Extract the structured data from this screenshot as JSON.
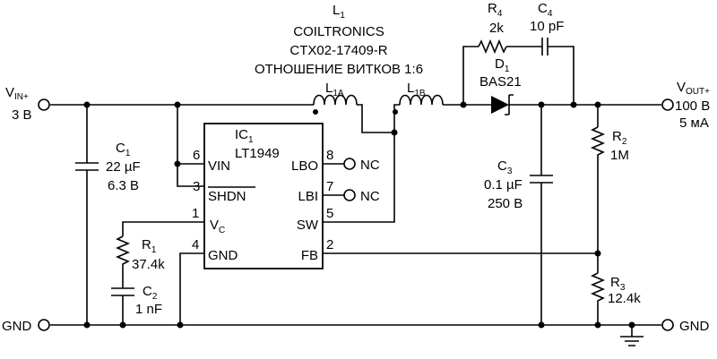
{
  "labels": {
    "l1_name": "L",
    "l1_name_sub": "1",
    "l1_maker": "COILTRONICS",
    "l1_part": "CTX02-17409-R",
    "l1_ratio": "ОТНОШЕНИЕ ВИТКОВ 1:6",
    "l1a": "L",
    "l1a_sub": "1A",
    "l1b": "L",
    "l1b_sub": "1B",
    "r4_name": "R",
    "r4_sub": "4",
    "r4_val": "2k",
    "c4_name": "C",
    "c4_sub": "4",
    "c4_val": "10 pF",
    "d1_name": "D",
    "d1_sub": "1",
    "d1_part": "BAS21",
    "vin": "V",
    "vin_sub": "IN+",
    "vin_val": "3 В",
    "vout": "V",
    "vout_sub": "OUT+",
    "vout_val": "100 В",
    "vout_cur": "5 мА",
    "c1_name": "C",
    "c1_sub": "1",
    "c1_val1": "22 µF",
    "c1_val2": "6.3 В",
    "ic_name": "IC",
    "ic_sub": "1",
    "ic_part": "LT1949",
    "pin_vin": "VIN",
    "pin_shdn": "SHDN",
    "pin_vc": "V",
    "pin_vc_sub": "C",
    "pin_gnd": "GND",
    "pin_lbo": "LBO",
    "pin_lbi": "LBI",
    "pin_sw": "SW",
    "pin_fb": "FB",
    "pn_6": "6",
    "pn_3": "3",
    "pn_1": "1",
    "pn_4": "4",
    "pn_8": "8",
    "pn_7": "7",
    "pn_5": "5",
    "pn_2": "2",
    "nc1": "NC",
    "nc2": "NC",
    "c3_name": "C",
    "c3_sub": "3",
    "c3_val1": "0.1 µF",
    "c3_val2": "250 В",
    "r2_name": "R",
    "r2_sub": "2",
    "r2_val": "1M",
    "r1_name": "R",
    "r1_sub": "1",
    "r1_val": "37.4k",
    "c2_name": "C",
    "c2_sub": "2",
    "c2_val": "1 nF",
    "r3_name": "R",
    "r3_sub": "3",
    "r3_val": "12.4k",
    "gnd_left": "GND",
    "gnd_right": "GND"
  }
}
